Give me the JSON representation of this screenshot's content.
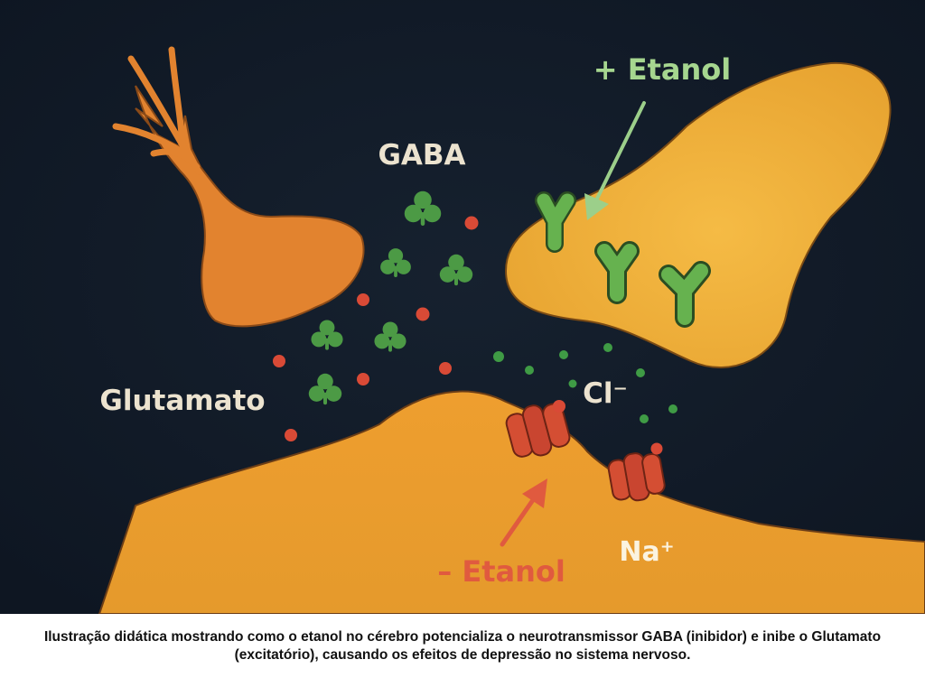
{
  "labels": {
    "gaba": "GABA",
    "etanol_plus": "+ Etanol",
    "glutamato": "Glutamato",
    "chloride": "Cl⁻",
    "sodium": "Na⁺",
    "etanol_minus": "– Etanol"
  },
  "caption": "Ilustração didática mostrando como o etanol no cérebro potencializa o neurotransmissor GABA (inibidor) e inibe o Glutamato (excitatório), causando os efeitos de depressão no sistema nervoso.",
  "colors": {
    "background": "#121c2a",
    "presynaptic": "#e2832f",
    "postsynaptic_top": "#f2b43c",
    "postsynaptic_bottom": "#e9a331",
    "gaba_molecule": "#4c9a45",
    "glutamate_molecule": "#d94a36",
    "receptor_gaba": "#66b24f",
    "channel_nmda": "#d44e33",
    "arrow_plus": "#9ccf8a",
    "arrow_minus": "#e05a3f",
    "label_light": "#ece3cf"
  }
}
